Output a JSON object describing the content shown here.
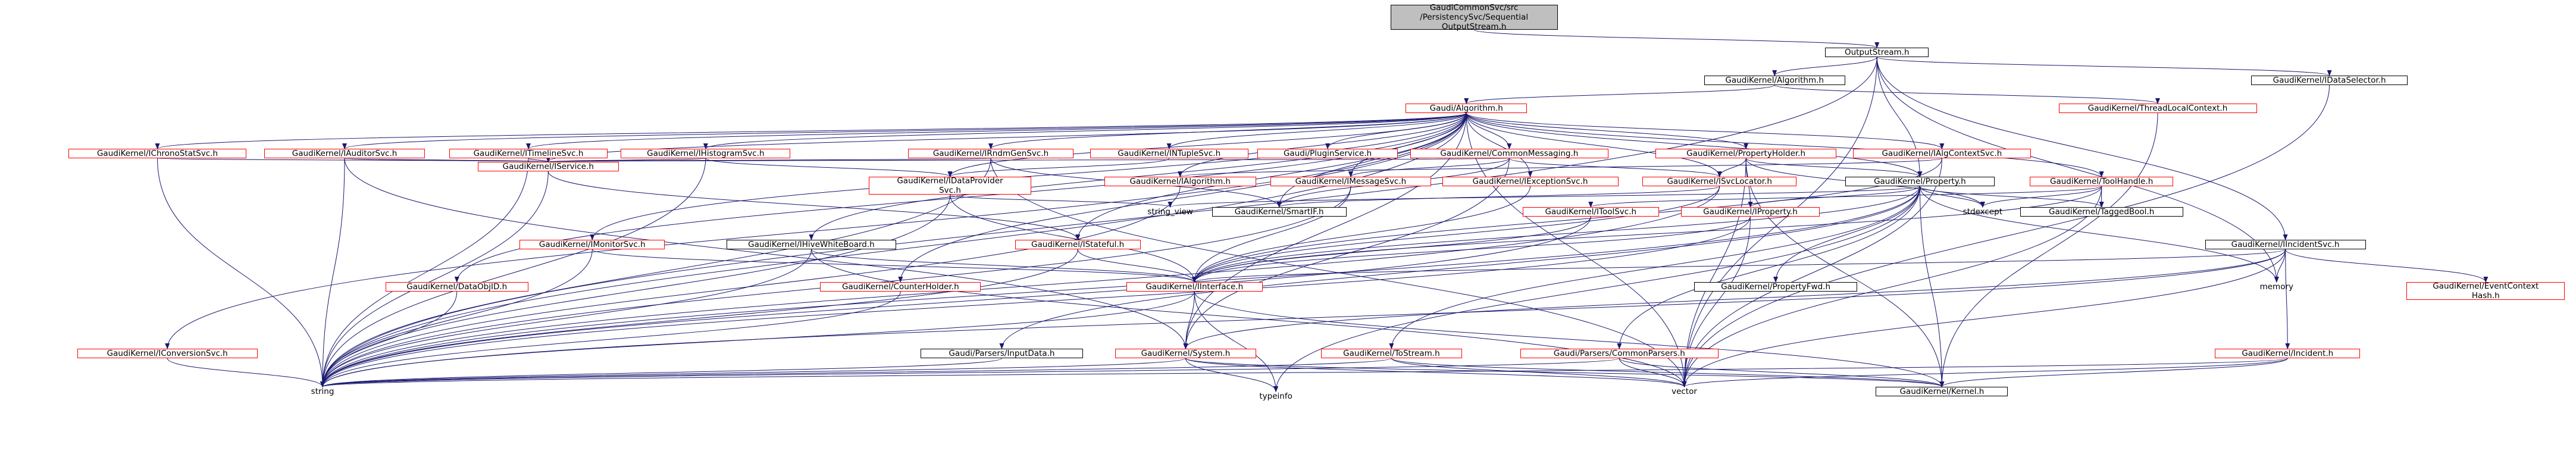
{
  "graph": {
    "colors": {
      "edge": "#191970",
      "border_default": "#000000",
      "border_incomplete": "#ff0000",
      "root_fill": "#bfbfbf"
    },
    "nodes": [
      {
        "id": "root",
        "label": [
          "GaudiCommonSvc/src",
          "/PersistencySvc/Sequential",
          "OutputStream.h"
        ],
        "style": "root"
      },
      {
        "id": "os",
        "label": [
          "OutputStream.h"
        ],
        "style": "default"
      },
      {
        "id": "gk_alg",
        "label": [
          "GaudiKernel/Algorithm.h"
        ],
        "style": "default"
      },
      {
        "id": "ids",
        "label": [
          "GaudiKernel/IDataSelector.h"
        ],
        "style": "default"
      },
      {
        "id": "ga",
        "label": [
          "Gaudi/Algorithm.h"
        ],
        "style": "red"
      },
      {
        "id": "tlc",
        "label": [
          "GaudiKernel/ThreadLocalContext.h"
        ],
        "style": "red"
      },
      {
        "id": "ichrono",
        "label": [
          "GaudiKernel/IChronoStatSvc.h"
        ],
        "style": "red"
      },
      {
        "id": "iauditor",
        "label": [
          "GaudiKernel/IAuditorSvc.h"
        ],
        "style": "red"
      },
      {
        "id": "itimeline",
        "label": [
          "GaudiKernel/ITimelineSvc.h"
        ],
        "style": "red"
      },
      {
        "id": "ihisto",
        "label": [
          "GaudiKernel/IHistogramSvc.h"
        ],
        "style": "red"
      },
      {
        "id": "irndm",
        "label": [
          "GaudiKernel/IRndmGenSvc.h"
        ],
        "style": "red"
      },
      {
        "id": "intuple",
        "label": [
          "GaudiKernel/INTupleSvc.h"
        ],
        "style": "red"
      },
      {
        "id": "plugin",
        "label": [
          "Gaudi/PluginService.h"
        ],
        "style": "red"
      },
      {
        "id": "commsg",
        "label": [
          "GaudiKernel/CommonMessaging.h"
        ],
        "style": "red"
      },
      {
        "id": "propholder",
        "label": [
          "GaudiKernel/PropertyHolder.h"
        ],
        "style": "red"
      },
      {
        "id": "ialgctx",
        "label": [
          "GaudiKernel/IAlgContextSvc.h"
        ],
        "style": "red"
      },
      {
        "id": "iincident",
        "label": [
          "GaudiKernel/IIncidentSvc.h"
        ],
        "style": "default"
      },
      {
        "id": "iservice",
        "label": [
          "GaudiKernel/IService.h"
        ],
        "style": "red"
      },
      {
        "id": "idataprov",
        "label": [
          "GaudiKernel/IDataProvider",
          "Svc.h"
        ],
        "style": "red"
      },
      {
        "id": "ialgorithm",
        "label": [
          "GaudiKernel/IAlgorithm.h"
        ],
        "style": "red"
      },
      {
        "id": "imessage",
        "label": [
          "GaudiKernel/IMessageSvc.h"
        ],
        "style": "red"
      },
      {
        "id": "iexception",
        "label": [
          "GaudiKernel/IExceptionSvc.h"
        ],
        "style": "red"
      },
      {
        "id": "isvcloc",
        "label": [
          "GaudiKernel/ISvcLocator.h"
        ],
        "style": "red"
      },
      {
        "id": "property",
        "label": [
          "GaudiKernel/Property.h"
        ],
        "style": "default"
      },
      {
        "id": "toolhandle",
        "label": [
          "GaudiKernel/ToolHandle.h"
        ],
        "style": "red"
      },
      {
        "id": "imonitor",
        "label": [
          "GaudiKernel/IMonitorSvc.h"
        ],
        "style": "red"
      },
      {
        "id": "ihivewb",
        "label": [
          "GaudiKernel/IHiveWhiteBoard.h"
        ],
        "style": "default"
      },
      {
        "id": "istateful",
        "label": [
          "GaudiKernel/IStateful.h"
        ],
        "style": "red"
      },
      {
        "id": "stringview",
        "label": [
          "string_view"
        ],
        "style": "plain"
      },
      {
        "id": "smartif",
        "label": [
          "GaudiKernel/SmartIF.h"
        ],
        "style": "default"
      },
      {
        "id": "itoolsvc",
        "label": [
          "GaudiKernel/IToolSvc.h"
        ],
        "style": "red"
      },
      {
        "id": "iproperty",
        "label": [
          "GaudiKernel/IProperty.h"
        ],
        "style": "red"
      },
      {
        "id": "stdexcept",
        "label": [
          "stdexcept"
        ],
        "style": "plain"
      },
      {
        "id": "taggedbool",
        "label": [
          "GaudiKernel/TaggedBool.h"
        ],
        "style": "default"
      },
      {
        "id": "idataobj",
        "label": [
          "GaudiKernel/DataObjID.h"
        ],
        "style": "red"
      },
      {
        "id": "counterholder",
        "label": [
          "GaudiKernel/CounterHolder.h"
        ],
        "style": "red"
      },
      {
        "id": "iinterface",
        "label": [
          "GaudiKernel/IInterface.h"
        ],
        "style": "red"
      },
      {
        "id": "propfwd",
        "label": [
          "GaudiKernel/PropertyFwd.h"
        ],
        "style": "default"
      },
      {
        "id": "memory",
        "label": [
          "memory"
        ],
        "style": "plain"
      },
      {
        "id": "evtctxhash",
        "label": [
          "GaudiKernel/EventContext",
          "Hash.h"
        ],
        "style": "red"
      },
      {
        "id": "iconversion",
        "label": [
          "GaudiKernel/IConversionSvc.h"
        ],
        "style": "red"
      },
      {
        "id": "parsersinput",
        "label": [
          "Gaudi/Parsers/InputData.h"
        ],
        "style": "default"
      },
      {
        "id": "system",
        "label": [
          "GaudiKernel/System.h"
        ],
        "style": "red"
      },
      {
        "id": "tostream",
        "label": [
          "GaudiKernel/ToStream.h"
        ],
        "style": "red"
      },
      {
        "id": "parserscommon",
        "label": [
          "Gaudi/Parsers/CommonParsers.h"
        ],
        "style": "red"
      },
      {
        "id": "incident",
        "label": [
          "GaudiKernel/Incident.h"
        ],
        "style": "red"
      },
      {
        "id": "string",
        "label": [
          "string"
        ],
        "style": "plain"
      },
      {
        "id": "typeinfo",
        "label": [
          "typeinfo"
        ],
        "style": "plain"
      },
      {
        "id": "vector",
        "label": [
          "vector"
        ],
        "style": "plain"
      },
      {
        "id": "kernel",
        "label": [
          "GaudiKernel/Kernel.h"
        ],
        "style": "default"
      }
    ],
    "edges": [
      [
        "root",
        "os"
      ],
      [
        "os",
        "gk_alg"
      ],
      [
        "os",
        "ids"
      ],
      [
        "os",
        "property"
      ],
      [
        "os",
        "iincident"
      ],
      [
        "os",
        "string"
      ],
      [
        "os",
        "vector"
      ],
      [
        "os",
        "memory"
      ],
      [
        "gk_alg",
        "ga"
      ],
      [
        "gk_alg",
        "tlc"
      ],
      [
        "tlc",
        "kernel"
      ],
      [
        "ids",
        "vector"
      ],
      [
        "ga",
        "ichrono"
      ],
      [
        "ga",
        "iauditor"
      ],
      [
        "ga",
        "itimeline"
      ],
      [
        "ga",
        "ihisto"
      ],
      [
        "ga",
        "irndm"
      ],
      [
        "ga",
        "intuple"
      ],
      [
        "ga",
        "plugin"
      ],
      [
        "ga",
        "commsg"
      ],
      [
        "ga",
        "propholder"
      ],
      [
        "ga",
        "ialgctx"
      ],
      [
        "ga",
        "iservice"
      ],
      [
        "ga",
        "idataprov"
      ],
      [
        "ga",
        "ialgorithm"
      ],
      [
        "ga",
        "imessage"
      ],
      [
        "ga",
        "iexception"
      ],
      [
        "ga",
        "isvcloc"
      ],
      [
        "ga",
        "property"
      ],
      [
        "ga",
        "toolhandle"
      ],
      [
        "ga",
        "imonitor"
      ],
      [
        "ga",
        "ihivewb"
      ],
      [
        "ga",
        "istateful"
      ],
      [
        "ga",
        "idataobj"
      ],
      [
        "ga",
        "counterholder"
      ],
      [
        "ga",
        "iconversion"
      ],
      [
        "ga",
        "string"
      ],
      [
        "ga",
        "vector"
      ],
      [
        "ga",
        "system"
      ],
      [
        "ga",
        "smartif"
      ],
      [
        "ichrono",
        "iservice"
      ],
      [
        "ichrono",
        "string"
      ],
      [
        "iauditor",
        "iservice"
      ],
      [
        "iauditor",
        "string"
      ],
      [
        "iauditor",
        "system"
      ],
      [
        "itimeline",
        "iservice"
      ],
      [
        "itimeline",
        "string"
      ],
      [
        "ihisto",
        "iservice"
      ],
      [
        "ihisto",
        "idataprov"
      ],
      [
        "ihisto",
        "string"
      ],
      [
        "irndm",
        "iservice"
      ],
      [
        "irndm",
        "string"
      ],
      [
        "irndm",
        "vector"
      ],
      [
        "irndm",
        "smartif"
      ],
      [
        "intuple",
        "idataprov"
      ],
      [
        "commsg",
        "iservice"
      ],
      [
        "commsg",
        "imessage"
      ],
      [
        "commsg",
        "isvcloc"
      ],
      [
        "commsg",
        "smartif"
      ],
      [
        "commsg",
        "system"
      ],
      [
        "propholder",
        "isvcloc"
      ],
      [
        "propholder",
        "iproperty"
      ],
      [
        "propholder",
        "property"
      ],
      [
        "propholder",
        "kernel"
      ],
      [
        "propholder",
        "stdexcept"
      ],
      [
        "propholder",
        "vector"
      ],
      [
        "ialgctx",
        "ialgorithm"
      ],
      [
        "ialgctx",
        "iinterface"
      ],
      [
        "ialgctx",
        "vector"
      ],
      [
        "iservice",
        "istateful"
      ],
      [
        "iservice",
        "string"
      ],
      [
        "idataprov",
        "iinterface"
      ],
      [
        "idataprov",
        "string"
      ],
      [
        "idataprov",
        "stringview"
      ],
      [
        "ialgorithm",
        "string"
      ],
      [
        "imessage",
        "iinterface"
      ],
      [
        "imessage",
        "string"
      ],
      [
        "iexception",
        "iinterface"
      ],
      [
        "isvcloc",
        "iinterface"
      ],
      [
        "isvcloc",
        "smartif"
      ],
      [
        "isvcloc",
        "string"
      ],
      [
        "property",
        "iproperty"
      ],
      [
        "property",
        "propfwd"
      ],
      [
        "property",
        "taggedbool"
      ],
      [
        "property",
        "tostream"
      ],
      [
        "property",
        "parserscommon"
      ],
      [
        "property",
        "parsersinput"
      ],
      [
        "property",
        "string"
      ],
      [
        "property",
        "stdexcept"
      ],
      [
        "property",
        "typeinfo"
      ],
      [
        "property",
        "kernel"
      ],
      [
        "property",
        "memory"
      ],
      [
        "property",
        "iinterface"
      ],
      [
        "property",
        "stringview"
      ],
      [
        "toolhandle",
        "iinterface"
      ],
      [
        "toolhandle",
        "taggedbool"
      ],
      [
        "toolhandle",
        "stdexcept"
      ],
      [
        "toolhandle",
        "itoolsvc"
      ],
      [
        "toolhandle",
        "vector"
      ],
      [
        "imonitor",
        "iinterface"
      ],
      [
        "imonitor",
        "string"
      ],
      [
        "ihivewb",
        "iinterface"
      ],
      [
        "ihivewb",
        "string"
      ],
      [
        "ihivewb",
        "vector"
      ],
      [
        "istateful",
        "iinterface"
      ],
      [
        "istateful",
        "string"
      ],
      [
        "itoolsvc",
        "iinterface"
      ],
      [
        "itoolsvc",
        "string"
      ],
      [
        "iproperty",
        "iinterface"
      ],
      [
        "iproperty",
        "string"
      ],
      [
        "iproperty",
        "vector"
      ],
      [
        "idataobj",
        "string"
      ],
      [
        "counterholder",
        "string"
      ],
      [
        "iconversion",
        "string"
      ],
      [
        "iinterface",
        "system"
      ],
      [
        "iinterface",
        "kernel"
      ],
      [
        "iinterface",
        "typeinfo"
      ],
      [
        "iinterface",
        "string"
      ],
      [
        "iincident",
        "iinterface"
      ],
      [
        "iincident",
        "incident"
      ],
      [
        "iincident",
        "evtctxhash"
      ],
      [
        "iincident",
        "string"
      ],
      [
        "iincident",
        "vector"
      ],
      [
        "iincident",
        "memory"
      ],
      [
        "iincident",
        "system"
      ],
      [
        "incident",
        "string"
      ],
      [
        "incident",
        "kernel"
      ],
      [
        "incident",
        "vector"
      ],
      [
        "parsersinput",
        "string"
      ],
      [
        "system",
        "string"
      ],
      [
        "system",
        "vector"
      ],
      [
        "system",
        "kernel"
      ],
      [
        "system",
        "typeinfo"
      ],
      [
        "tostream",
        "string"
      ],
      [
        "tostream",
        "vector"
      ],
      [
        "tostream",
        "kernel"
      ],
      [
        "parserscommon",
        "string"
      ],
      [
        "parserscommon",
        "vector"
      ],
      [
        "parserscommon",
        "kernel"
      ]
    ]
  }
}
